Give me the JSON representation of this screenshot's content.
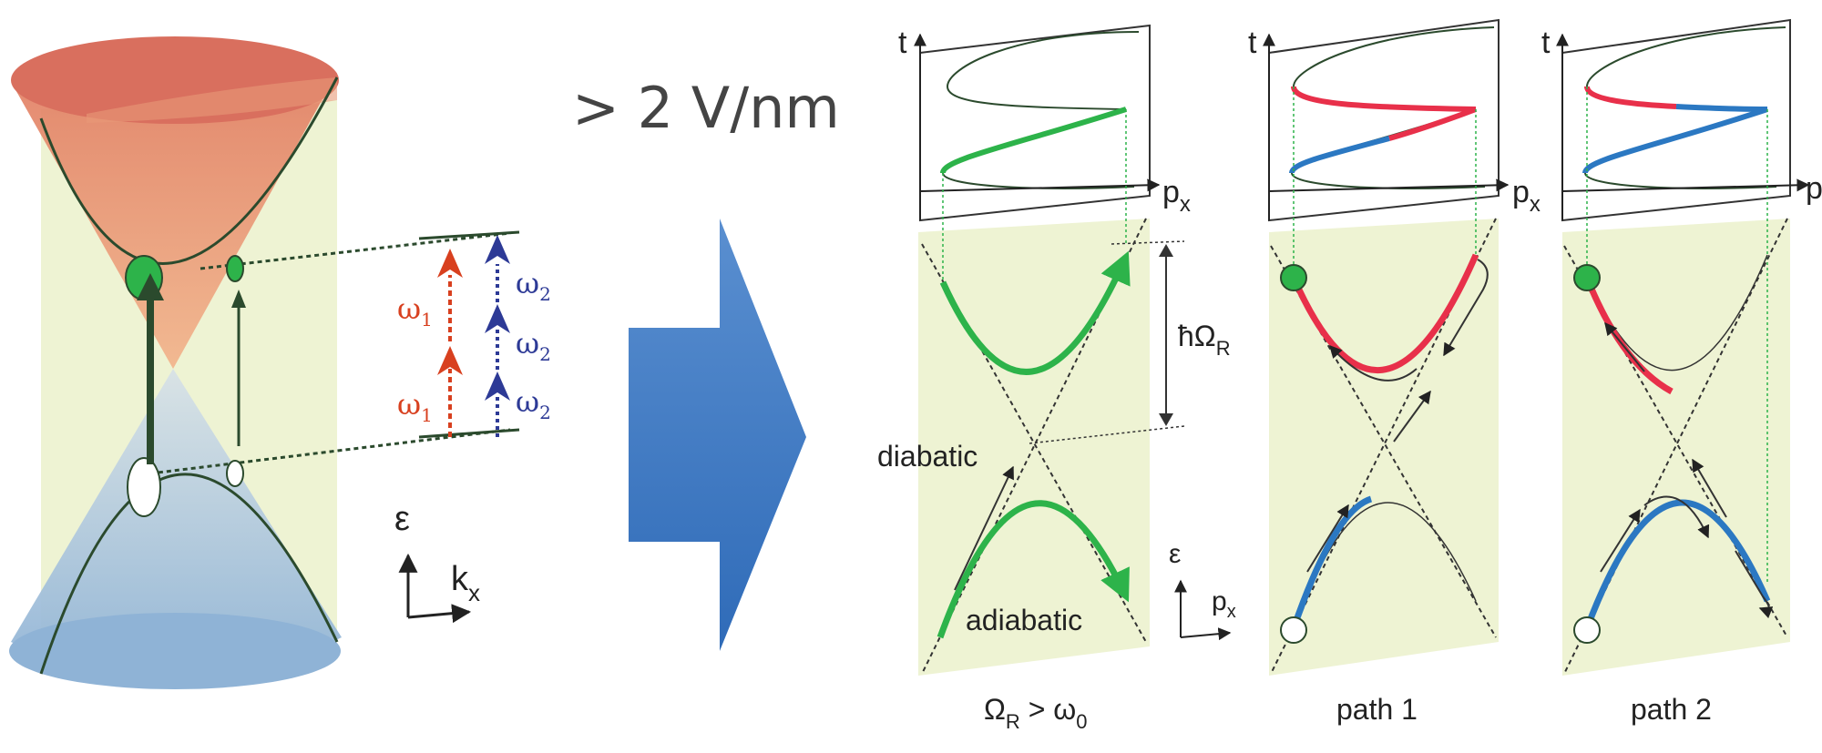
{
  "field_label": "> 2 V/nm",
  "cone": {
    "omega1_top": "ω",
    "omega1_top_sub": "1",
    "omega1_bot": "ω",
    "omega1_bot_sub": "1",
    "omega2_1": "ω",
    "omega2_1_sub": "2",
    "omega2_2": "ω",
    "omega2_2_sub": "2",
    "omega2_3": "ω",
    "omega2_3_sub": "2",
    "axis_energy": "ε",
    "axis_k": "k",
    "axis_k_sub": "x"
  },
  "panels": [
    {
      "t_label": "t",
      "px_label": "p",
      "px_sub": "x",
      "diabatic": "diabatic",
      "adiabatic": "adiabatic",
      "gap_label": "ħΩ",
      "gap_sub": "R",
      "axis_energy": "ε",
      "axis_p": "p",
      "axis_p_sub": "x",
      "caption_a": "Ω",
      "caption_a_sub": "R",
      "caption_b": " > ω",
      "caption_b_sub": "0"
    },
    {
      "t_label": "t",
      "px_label": "p",
      "px_sub": "x",
      "caption": "path 1"
    },
    {
      "t_label": "t",
      "px_label": "p",
      "caption": "path 2"
    }
  ],
  "colors": {
    "upper_cone": "#e8896a",
    "lower_cone": "#9fbfd8",
    "background_band": "#eef3d3",
    "green": "#2db34a",
    "red": "#e8304a",
    "blue": "#2b78c2",
    "omega1": "#d8401f",
    "omega2": "#2d3a96",
    "arrow_blue": "#3a75bf"
  }
}
